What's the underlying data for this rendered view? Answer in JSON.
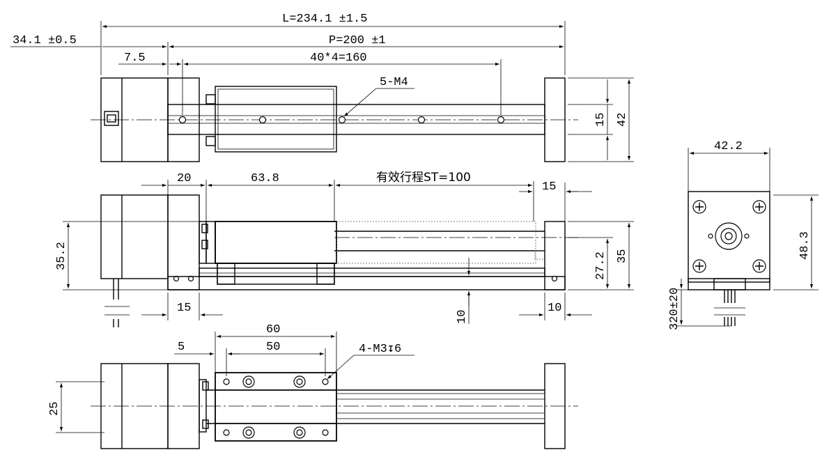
{
  "dims": {
    "L": "L=234.1 ±1.5",
    "offset": "34.1 ±0.5",
    "P": "P=200 ±1",
    "first_hole": "7.5",
    "hole_pitch": "40*4=160",
    "holes_top": "5-M4",
    "h15": "15",
    "h42": "42",
    "g20": "20",
    "carriage": "63.8",
    "stroke": "有效行程ST=100",
    "r15": "15",
    "h352": "35.2",
    "h272": "27.2",
    "h35": "35",
    "b15": "15",
    "b10": "10",
    "b10r": "10",
    "w60": "60",
    "w50": "50",
    "w5": "5",
    "holes_bottom": "4-M3↧6",
    "h25": "25",
    "motor_w": "42.2",
    "motor_h": "48.3",
    "cable": "320±20"
  }
}
